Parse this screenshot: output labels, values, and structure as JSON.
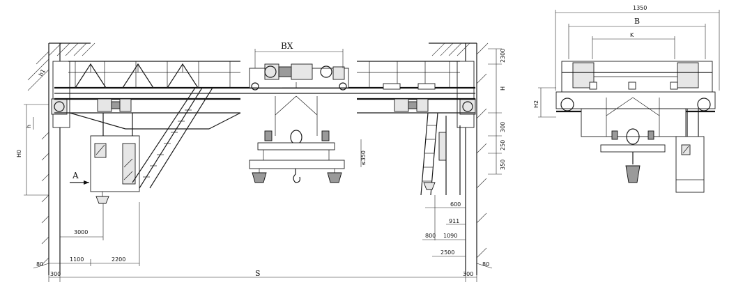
{
  "front_view": {
    "trolley_label": "BX",
    "span_label": "S",
    "direction_label": "A",
    "hook_clearance": "≤350",
    "rail_offset_left": "300",
    "rail_offset_right": "300",
    "bottom_left_80": "80",
    "bottom_right_80": "80",
    "dim_1100": "1100",
    "dim_2200": "2200",
    "dim_3000": "3000",
    "dim_600": "600",
    "dim_911": "911",
    "dim_800": "800",
    "dim_1090": "1090",
    "dim_2500": "2500",
    "height_H": "H",
    "height_H0": "H0",
    "height_h": "h",
    "dim_2300": "2300",
    "dim_300": "300",
    "dim_250": "250",
    "dim_350": "350",
    "dim_h1": "h1"
  },
  "side_view": {
    "overall_width": "1350",
    "width_B": "B",
    "width_K": "K",
    "height_h2": "H2"
  }
}
